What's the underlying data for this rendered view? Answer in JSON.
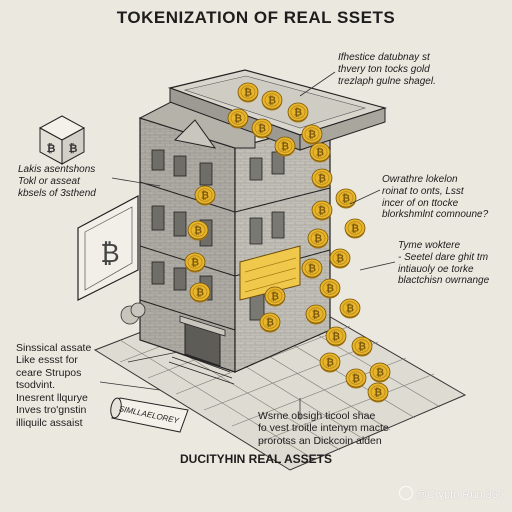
{
  "title": "TOKENIZATION OF REAL SSETS",
  "footer": "DUCITYHIN REAL ASSETS",
  "watermark": "@Crypto Run 360",
  "annotations": {
    "top_right": "Ifhestice datubnay st\nthvery ton tocks gold\ntrezlaph gulne shagel.",
    "left_upper": "Lakis asentshons\nTokl or asseat\nkbsels of 3sthend",
    "right_upper": "Owrathre lokelon\nroinat to onts, Lsst\nincer of on ttocke\nblorkshmlnt comnoune?",
    "right_middle": "Tyme woktere\n- Seetel dare ghit tm\nintiauoly oe torke\nblactchisn owrnange",
    "left_lower": "Sinssical assate\nLike essst for\nceare Strupos\ntsodvint.",
    "left_bottom": "Inesrent llqurye\nInves tro'gnstin\nilliquilc assaist",
    "bottom_right": "Wsrne obsigh ticool shae\nfo vest troitle intenym macte\nprorotss an Dickcoin alden",
    "scroll_label": "SIMLLAELOREY"
  },
  "icons": {
    "cube": "bitcoin-cube-icon",
    "sign": "bitcoin-sign-icon",
    "coin": "bitcoin-coin-icon",
    "logo": "watermark-logo-icon"
  },
  "colors": {
    "background": "#ebe8df",
    "coin_gold": "#e8b52a",
    "coin_dark": "#a87912",
    "wall": "#a6a39c",
    "wall_light": "#bdbab2",
    "roof": "#d9d6ce",
    "ink": "#2a2a2a"
  }
}
